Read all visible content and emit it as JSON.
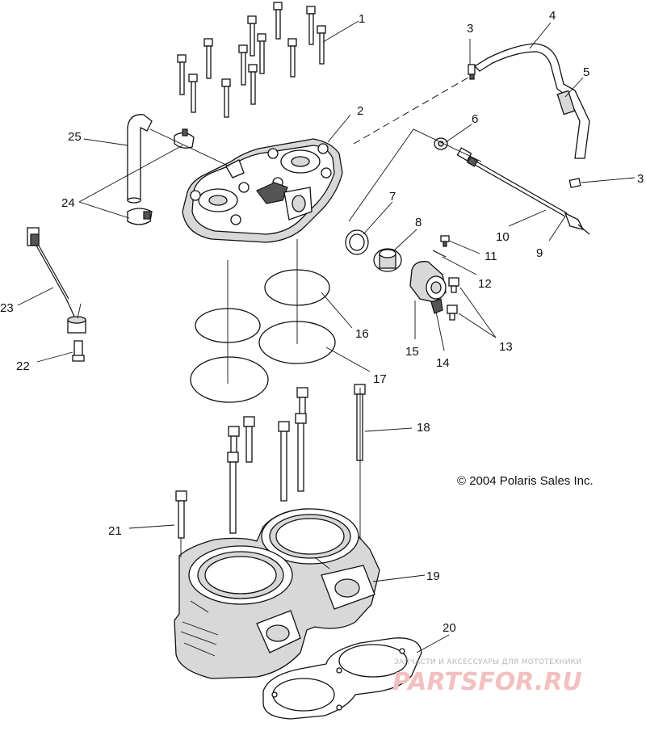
{
  "diagram": {
    "callouts": [
      {
        "id": "c1",
        "text": "1"
      },
      {
        "id": "c2",
        "text": "2"
      },
      {
        "id": "c3a",
        "text": "3"
      },
      {
        "id": "c3b",
        "text": "3"
      },
      {
        "id": "c4",
        "text": "4"
      },
      {
        "id": "c5",
        "text": "5"
      },
      {
        "id": "c6",
        "text": "6"
      },
      {
        "id": "c7",
        "text": "7"
      },
      {
        "id": "c8",
        "text": "8"
      },
      {
        "id": "c9",
        "text": "9"
      },
      {
        "id": "c10",
        "text": "10"
      },
      {
        "id": "c11",
        "text": "11"
      },
      {
        "id": "c12",
        "text": "12"
      },
      {
        "id": "c13",
        "text": "13"
      },
      {
        "id": "c14",
        "text": "14"
      },
      {
        "id": "c15",
        "text": "15"
      },
      {
        "id": "c16",
        "text": "16"
      },
      {
        "id": "c17",
        "text": "17"
      },
      {
        "id": "c18",
        "text": "18"
      },
      {
        "id": "c19",
        "text": "19"
      },
      {
        "id": "c20",
        "text": "20"
      },
      {
        "id": "c21",
        "text": "21"
      },
      {
        "id": "c22",
        "text": "22"
      },
      {
        "id": "c23",
        "text": "23"
      },
      {
        "id": "c24",
        "text": "24"
      },
      {
        "id": "c25",
        "text": "25"
      }
    ],
    "copyright": "© 2004 Polaris Sales Inc."
  },
  "watermark": {
    "tagline": "ЗАПЧАСТИ И АКСЕССУАРЫ ДЛЯ МОТОТЕХНИКИ",
    "brand": "PARTSFOR.RU"
  }
}
